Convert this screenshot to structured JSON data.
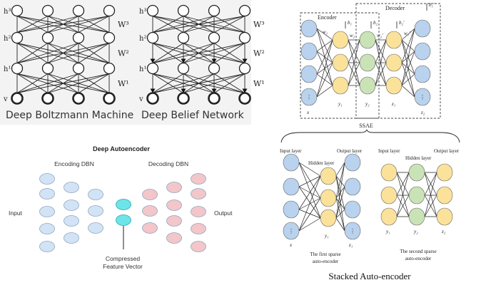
{
  "panel_dbm": {
    "layer_labels": [
      "h³",
      "h²",
      "h¹",
      "v"
    ],
    "weight_labels": [
      "W³",
      "W²",
      "W¹"
    ],
    "title": "Deep Boltzmann Machine"
  },
  "panel_dbn": {
    "layer_labels": [
      "h³",
      "h²",
      "h¹",
      "v"
    ],
    "weight_labels": [
      "W³",
      "W²",
      "W¹"
    ],
    "title": "Deep Belief Network"
  },
  "panel_ssae": {
    "encoder_label": "Encoder",
    "decoder_label": "Decoder",
    "w1": "w₁",
    "b1": "b₁",
    "b2": "b₂",
    "w2": "w₂",
    "w2p": "w₂'",
    "b2p": "b₂'",
    "w1p": "w₁'",
    "b1p": "b₁'",
    "x": "x",
    "y1": "y₁",
    "y2": "y₂",
    "z1": "z₁",
    "z2": "z₂",
    "ssae_label": "SSAE"
  },
  "panel_dae": {
    "title": "Deep Autoencoder",
    "encoding_label": "Encoding DBN",
    "decoding_label": "Decoding DBN",
    "input_label": "Input",
    "output_label": "Output",
    "compressed_line1": "Compressed",
    "compressed_line2": "Feature Vector"
  },
  "panel_sae": {
    "input_layer": "Input layer",
    "hidden_layer": "Hidden layer",
    "output_layer": "Output layer",
    "input_layer2": "Input layer",
    "hidden_layer2": "Hidden layer",
    "output_layer2": "Output layer",
    "x": "x",
    "y1": "y₁",
    "z1": "z₁",
    "y1b": "y₁",
    "y2": "y₂",
    "z2": "z₂",
    "caption1_l1": "The first sparse",
    "caption1_l2": "auto-encoder",
    "caption2_l1": "The second sparse",
    "caption2_l2": "auto-encoder",
    "bottom_caption": "Stacked Auto-encoder"
  },
  "colors": {
    "blue": "#b9d2ee",
    "yellow": "#fbe29a",
    "green": "#c9e3b6",
    "dae_blue": "#d3e3f6",
    "dae_pink": "#f3c6c9",
    "dae_cyan": "#6de4e8"
  }
}
